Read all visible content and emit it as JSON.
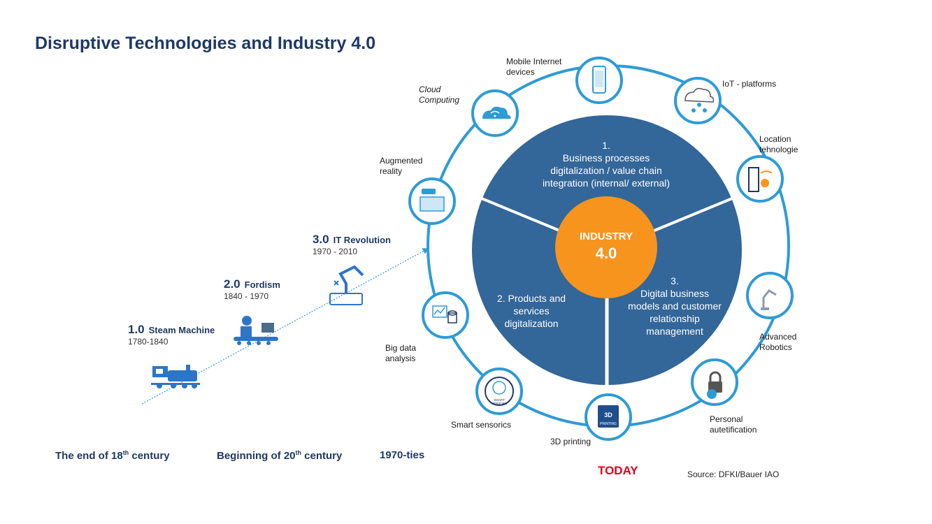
{
  "title": "Disruptive Technologies and Industry 4.0",
  "eras": [
    {
      "num": "1.0",
      "name": "Steam Machine",
      "years": "1780-1840"
    },
    {
      "num": "2.0",
      "name": "Fordism",
      "years": "1840 - 1970"
    },
    {
      "num": "3.0",
      "name": "IT Revolution",
      "years": "1970 - 2010"
    }
  ],
  "bottom_labels": {
    "end_18th_pre": "The end of 18",
    "end_18th_sup": "th",
    "end_18th_post": " century",
    "begin_20th_pre": "Beginning of 20",
    "begin_20th_sup": "th",
    "begin_20th_post": " century",
    "seventies": "1970-ties"
  },
  "today": "TODAY",
  "source": "Source: DFKI/Bauer IAO",
  "center": {
    "line1": "INDUSTRY",
    "line2": "4.0"
  },
  "sectors": {
    "s1": [
      "1.",
      "Business processes",
      "digitalization / value chain",
      "integration (internal/ external)"
    ],
    "s2": [
      "2. Products and",
      "services",
      "digitalization"
    ],
    "s3": [
      "3.",
      "Digital business",
      "models and customer",
      "relationship",
      "management"
    ]
  },
  "technologies": {
    "mobile": [
      "Mobile Internet",
      "devices"
    ],
    "iot": [
      "IoT - platforms"
    ],
    "location": [
      "Location",
      "tehnologie"
    ],
    "robotics": [
      "Advanced",
      "Robotics"
    ],
    "auth": [
      "Personal",
      "autetification"
    ],
    "printing": [
      "3D printing"
    ],
    "sensorics": [
      "Smart sensorics"
    ],
    "bigdata": [
      "Big data",
      "analysis"
    ],
    "ar": [
      "Augmented",
      "reality"
    ],
    "cloud": [
      "Cloud",
      "Computing"
    ]
  },
  "icon_text": {
    "smart": "SMART",
    "sensors": "SENSORS",
    "printing": "PRINTING",
    "three_d": "3D"
  },
  "colors": {
    "navy": "#1f3864",
    "sector_blue": "#336699",
    "orange": "#f7941d",
    "ring": "#2e9bd6",
    "red": "#e0001b"
  }
}
